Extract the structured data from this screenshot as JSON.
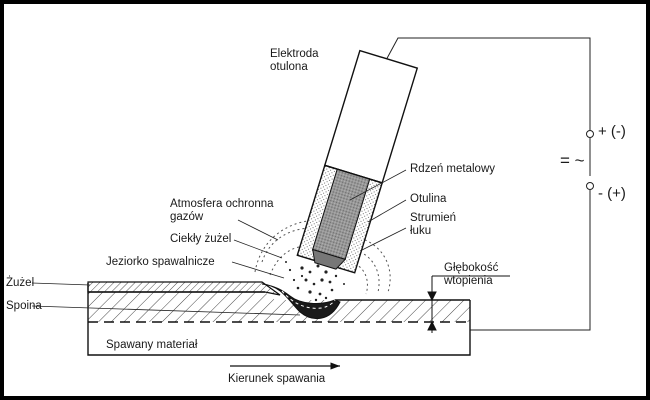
{
  "labels": {
    "electrode_line1": "Elektroda",
    "electrode_line2": "otulona",
    "core": "Rdzeń metalowy",
    "coating": "Otulina",
    "arc_line1": "Strumień",
    "arc_line2": "łuku",
    "atmosphere_line1": "Atmosfera ochronna",
    "atmosphere_line2": "gazów",
    "liquid_slag": "Ciekły żużel",
    "weld_pool": "Jeziorko spawalnicze",
    "slag": "Żużel",
    "weld": "Spoina",
    "base_material": "Spawany materiał",
    "depth_line1": "Głębokość",
    "depth_line2": "wtopienia",
    "direction": "Kierunek spawania"
  },
  "source": {
    "plus_top": "+ (-)",
    "equals_tilde": "= ~",
    "minus_bottom": "- (+)"
  }
}
